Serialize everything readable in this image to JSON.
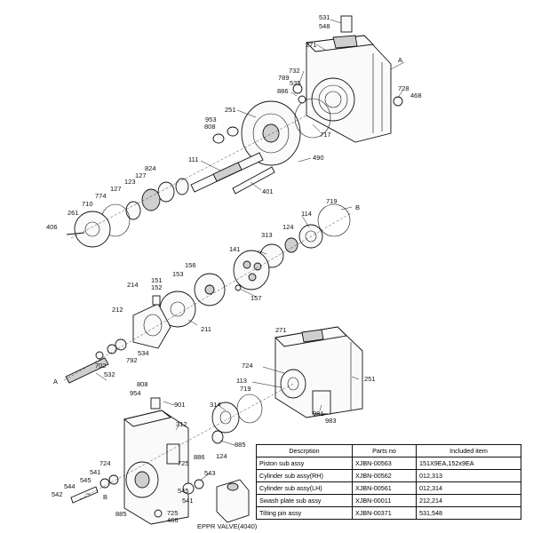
{
  "diagram": {
    "labels": {
      "l531": "531",
      "l548": "548",
      "l271a": "271",
      "lA1": "A",
      "l732": "732",
      "l789": "789",
      "l535": "535",
      "l886a": "886",
      "l728": "728",
      "l468": "468",
      "l251a": "251",
      "l953": "953",
      "l808a": "808",
      "l717": "717",
      "l490": "490",
      "l111": "111",
      "l824": "824",
      "l127a": "127",
      "l123": "123",
      "l127b": "127",
      "l774": "774",
      "l710": "710",
      "l261": "261",
      "l406": "406",
      "l401": "401",
      "l719a": "719",
      "lB1": "B",
      "l114": "114",
      "l124a": "124",
      "l313": "313",
      "l141": "141",
      "l156": "156",
      "l153": "153",
      "l151": "151",
      "l214": "214",
      "l152": "152",
      "l157": "157",
      "l212": "212",
      "l211": "211",
      "l534": "534",
      "l792": "792",
      "l702": "702",
      "lA2": "A",
      "l532": "532",
      "l271b": "271",
      "l724a": "724",
      "l113": "113",
      "l251b": "251",
      "l719b": "719",
      "l981": "981",
      "l983": "983",
      "l808b": "808",
      "l954": "954",
      "l901": "901",
      "l314": "314",
      "l312": "312",
      "l885a": "885",
      "l886b": "886",
      "l124b": "124",
      "l724b": "724",
      "l725a": "725",
      "l541a": "541",
      "l545a": "545",
      "l544": "544",
      "l542": "542",
      "lB2": "B",
      "l543": "543",
      "l545b": "545",
      "l541b": "541",
      "l885b": "885",
      "l725b": "725",
      "l466": "466",
      "eppr": "EPPR VALVE(4040)"
    }
  },
  "table": {
    "headers": [
      "Descrption",
      "Parts no",
      "Included item"
    ],
    "rows": [
      [
        "Piston sub assy",
        "XJBN-00563",
        "151X9EA,152x9EA"
      ],
      [
        "Cylinder sub assy(RH)",
        "XJBN-00562",
        "012,313"
      ],
      [
        "Cylinder sub assy(LH)",
        "XJBN-00561",
        "012,314"
      ],
      [
        "Swash plate sub assy",
        "XJBN-00011",
        "212,214"
      ],
      [
        "Tilting pin assy",
        "XJBN-00371",
        "531,548"
      ]
    ]
  }
}
